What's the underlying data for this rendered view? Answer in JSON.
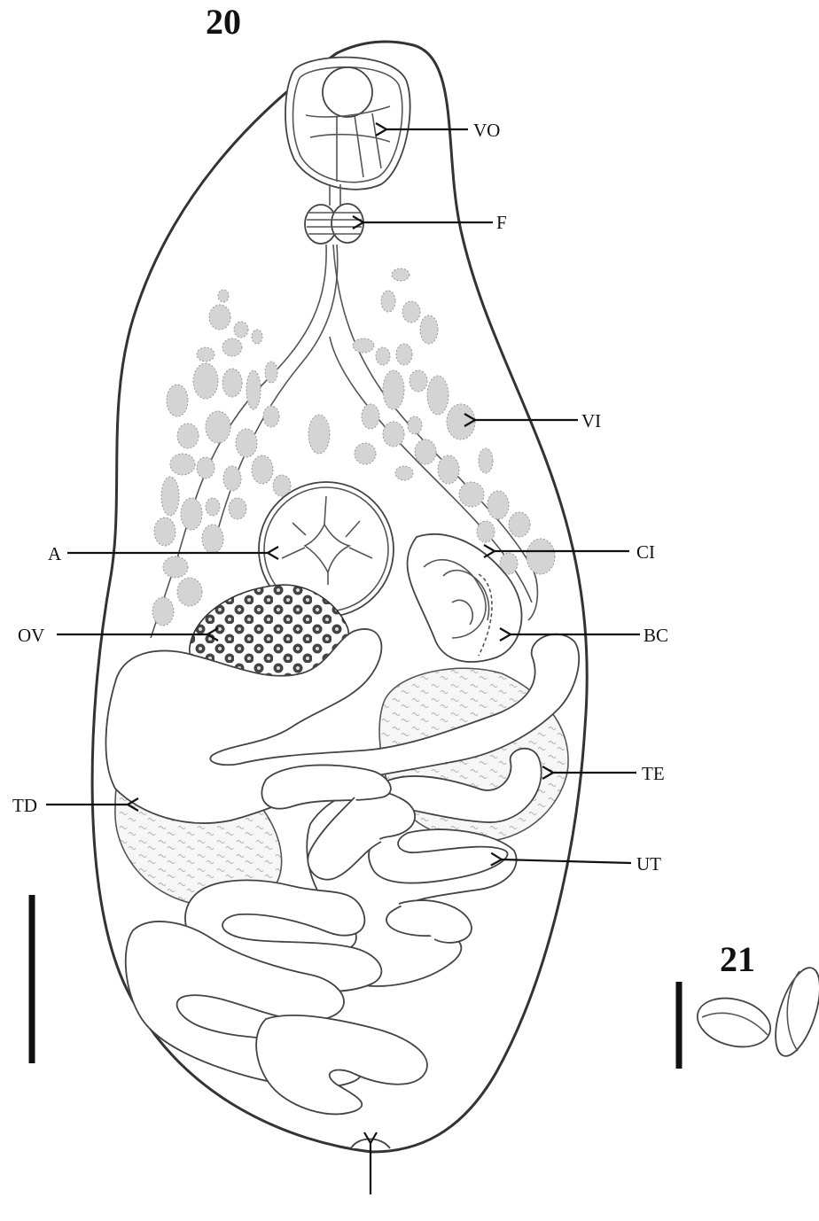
{
  "figures": {
    "main_number": "20",
    "secondary_number": "21"
  },
  "labels": {
    "vo": "VO",
    "f": "F",
    "vi": "VI",
    "a": "A",
    "ci": "CI",
    "ov": "OV",
    "bc": "BC",
    "te": "TE",
    "td": "TD",
    "ut": "UT"
  },
  "colors": {
    "outline": "#333333",
    "vitellaria": "#d4d4d4",
    "ovary_cells": "#444444"
  }
}
